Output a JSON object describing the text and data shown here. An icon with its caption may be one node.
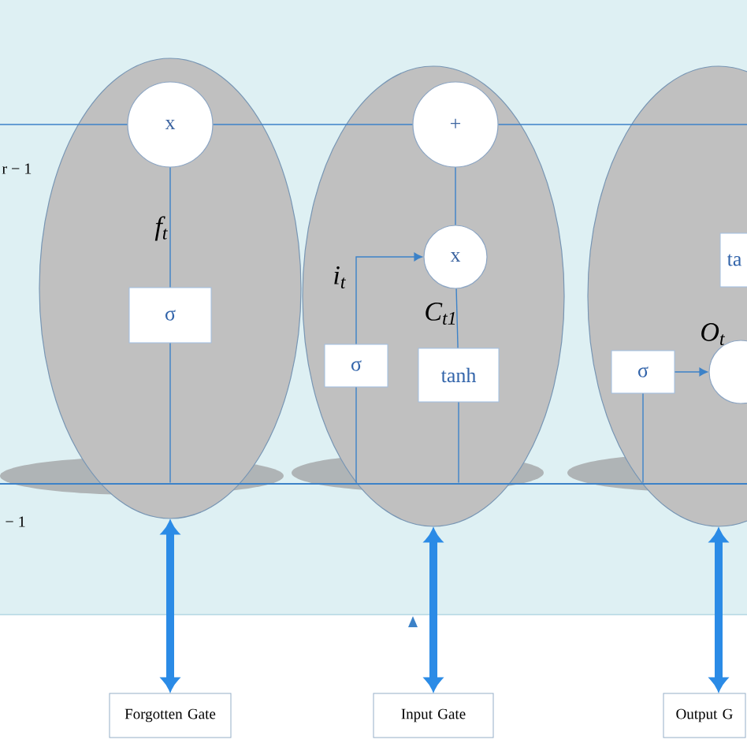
{
  "diagram": {
    "nodes": [
      {
        "text": [],
        "shape": "ellipse"
      },
      {
        "text": [
          "x"
        ],
        "in": 0
      },
      {
        "text": [
          "σ"
        ],
        "in": 0
      },
      {
        "text": [],
        "shape": "ellipse"
      },
      {
        "text": [
          "+"
        ],
        "in": 3
      },
      {
        "text": [
          "x"
        ],
        "in": 3
      },
      {
        "text": [
          "σ"
        ],
        "in": 3
      },
      {
        "text": [
          "tanh"
        ],
        "in": 3
      },
      {
        "text": [],
        "shape": "ellipse"
      },
      {
        "text": [
          "ta"
        ],
        "in": 8
      },
      {
        "text": [
          "σ"
        ],
        "in": 8
      },
      {
        "text": [],
        "shape": "circle",
        "in": 8
      },
      {
        "text": [
          "Forgotten Gate"
        ]
      },
      {
        "text": [
          "Input Gate"
        ]
      },
      {
        "text": [
          "Output G"
        ]
      },
      {
        "text": [],
        "shape": "bar"
      }
    ],
    "edges": [
      {
        "from": 2,
        "to": 1,
        "arrow": "none",
        "label": "*f*$_{t}$"
      },
      {
        "from": 6,
        "to": 5,
        "arrow": "to",
        "label": "*i*$_{t}$"
      },
      {
        "from": 7,
        "to": 5,
        "arrow": "none",
        "label": "*C*$_{t1}$"
      },
      {
        "from": 5,
        "to": 4,
        "arrow": "none"
      },
      {
        "from": 10,
        "to": 11,
        "arrow": "to",
        "label": "*O*$_{t}$"
      },
      {
        "from": 1,
        "to": 4,
        "arrow": "none"
      },
      {
        "from": 0,
        "to": 12,
        "arrow": "both",
        "style": "thick",
        "color": "#2b8be6"
      },
      {
        "from": 3,
        "to": 13,
        "arrow": "both",
        "style": "thick",
        "color": "#2b8be6"
      },
      {
        "from": 8,
        "to": 14,
        "arrow": "both",
        "style": "thick",
        "color": "#2b8be6"
      },
      {
        "from": 2,
        "to": 15,
        "arrow": "none"
      },
      {
        "from": 6,
        "to": 15,
        "arrow": "none"
      },
      {
        "from": 7,
        "to": 15,
        "arrow": "none"
      },
      {
        "from": 10,
        "to": 15,
        "arrow": "none"
      }
    ],
    "labels": [
      "r − 1",
      "− 1"
    ]
  }
}
